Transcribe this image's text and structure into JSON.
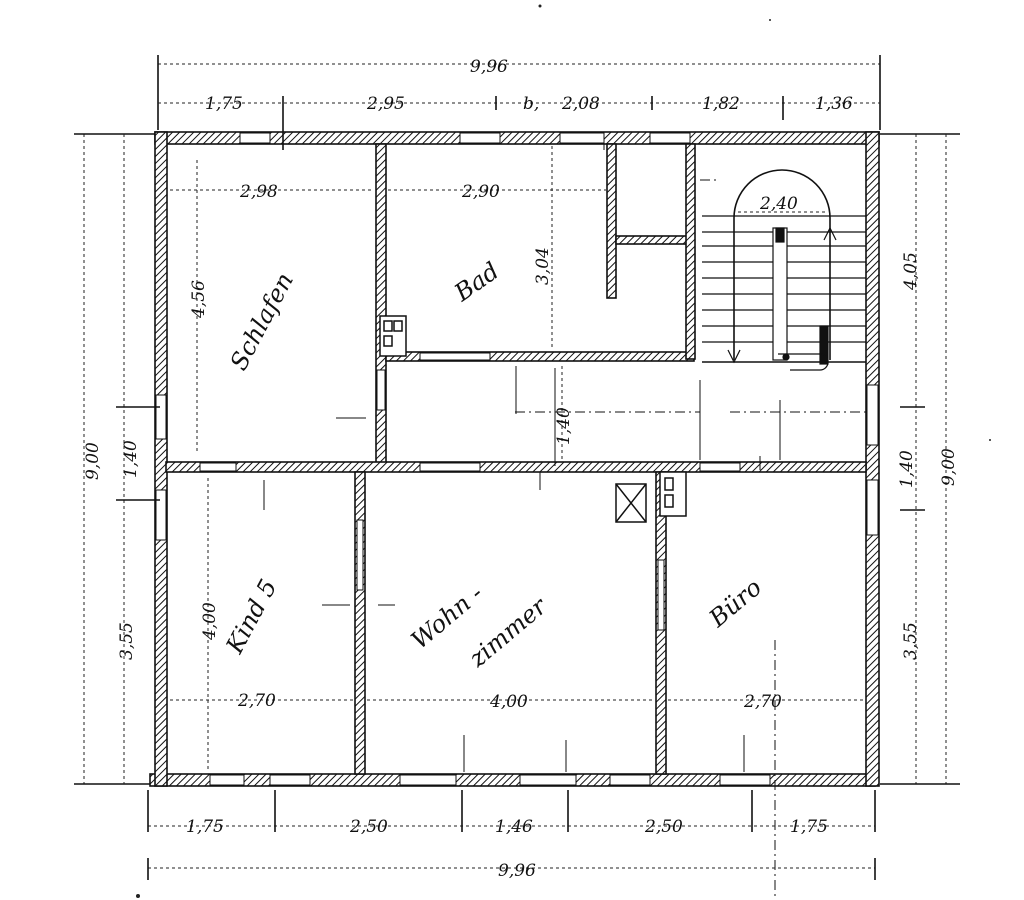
{
  "rooms": {
    "schlafen": "Schlafen",
    "bad": "Bad",
    "kind": "Kind 5",
    "wohn_1": "Wohn -",
    "wohn_2": "zimmer",
    "buero": "Büro"
  },
  "dimensions": {
    "total_width_top": "9,96",
    "total_width_bottom": "9,96",
    "top_segments": [
      "1,75",
      "2,95",
      "2,08",
      "1,82",
      "1,36"
    ],
    "bottom_segments": [
      "1,75",
      "2,50",
      "1,46",
      "2,50",
      "1,75"
    ],
    "total_height_left": "9,00",
    "total_height_right": "9,00",
    "left_segments": [
      "1,40",
      "3,55"
    ],
    "right_segments": [
      "4,05",
      "1,40",
      "3,55"
    ],
    "schlafen_width": "2,98",
    "schlafen_height": "4,56",
    "bad_width": "2,90",
    "bad_height": "3,04",
    "stair_width": "2,40",
    "hall_height": "1,40",
    "kind_width": "2,70",
    "kind_height": "4,00",
    "wohn_width": "4,00",
    "buero_width": "2,70"
  },
  "marks": {
    "stair_ref": "b,"
  }
}
